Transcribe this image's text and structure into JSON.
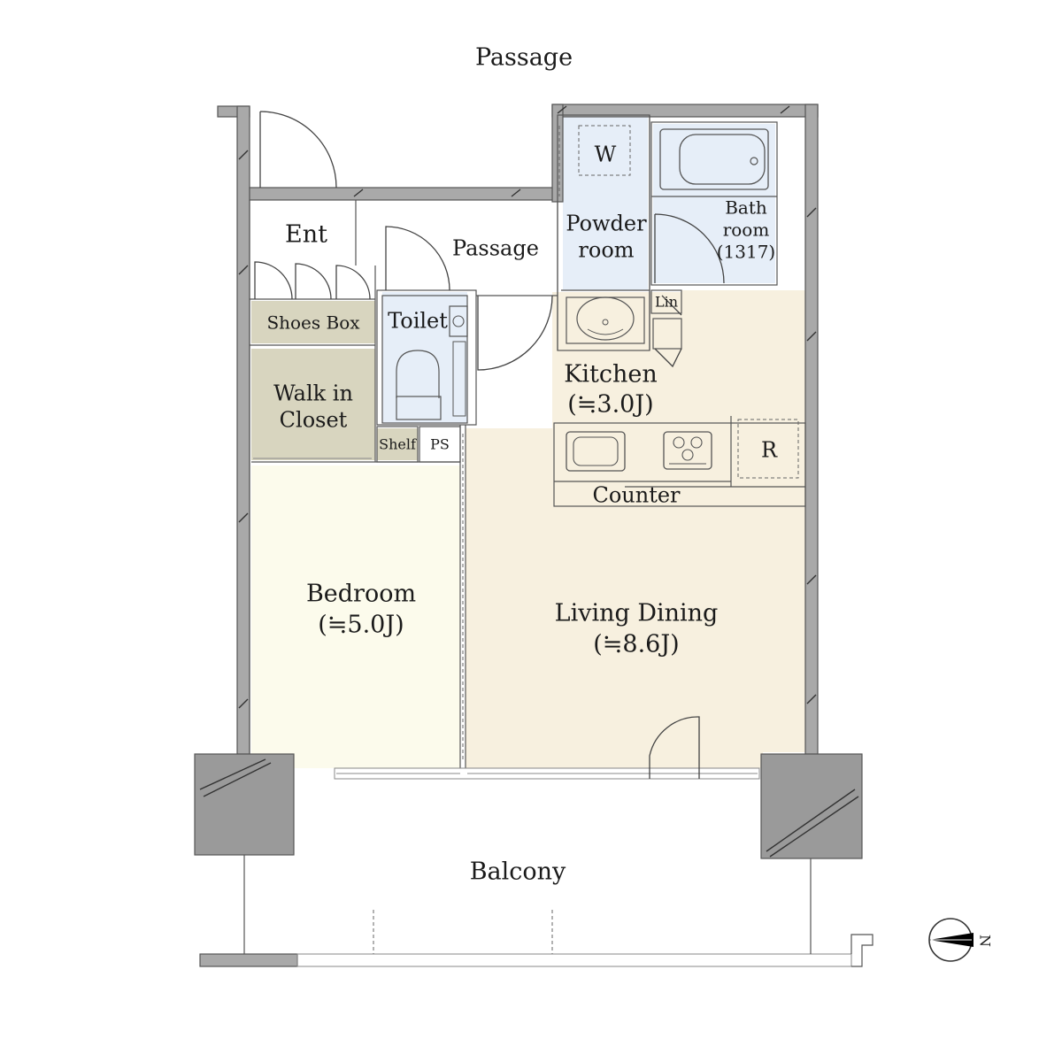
{
  "colors": {
    "living": "#f7f0df",
    "bedroom": "#fcfbec",
    "wet": "#e6eef8",
    "storage": "#d8d5bf",
    "wall": "#a9a9a9"
  },
  "labels": {
    "top_passage": "Passage",
    "entrance": "Ent",
    "passage": "Passage",
    "powder_room_1": "Powder",
    "powder_room_2": "room",
    "washer": "W",
    "bathroom_1": "Bath",
    "bathroom_2": "room",
    "bathroom_3": "(1317)",
    "linen": "Lin",
    "shoes_box": "Shoes Box",
    "toilet": "Toilet",
    "walk_in_closet_1": "Walk in",
    "walk_in_closet_2": "Closet",
    "shelf": "Shelf",
    "pipe_space": "PS",
    "kitchen": "Kitchen",
    "kitchen_size": "(≒3.0J)",
    "refrigerator": "R",
    "counter": "Counter",
    "bedroom": "Bedroom",
    "bedroom_size": "(≒5.0J)",
    "living_dining": "Living Dining",
    "living_dining_size": "(≒8.6J)",
    "balcony": "Balcony",
    "north": "N"
  },
  "icons": [
    "compass-icon",
    "washer-icon",
    "bathtub-icon",
    "sink-icon",
    "toilet-icon",
    "stove-icon",
    "kitchen-sink-icon"
  ]
}
